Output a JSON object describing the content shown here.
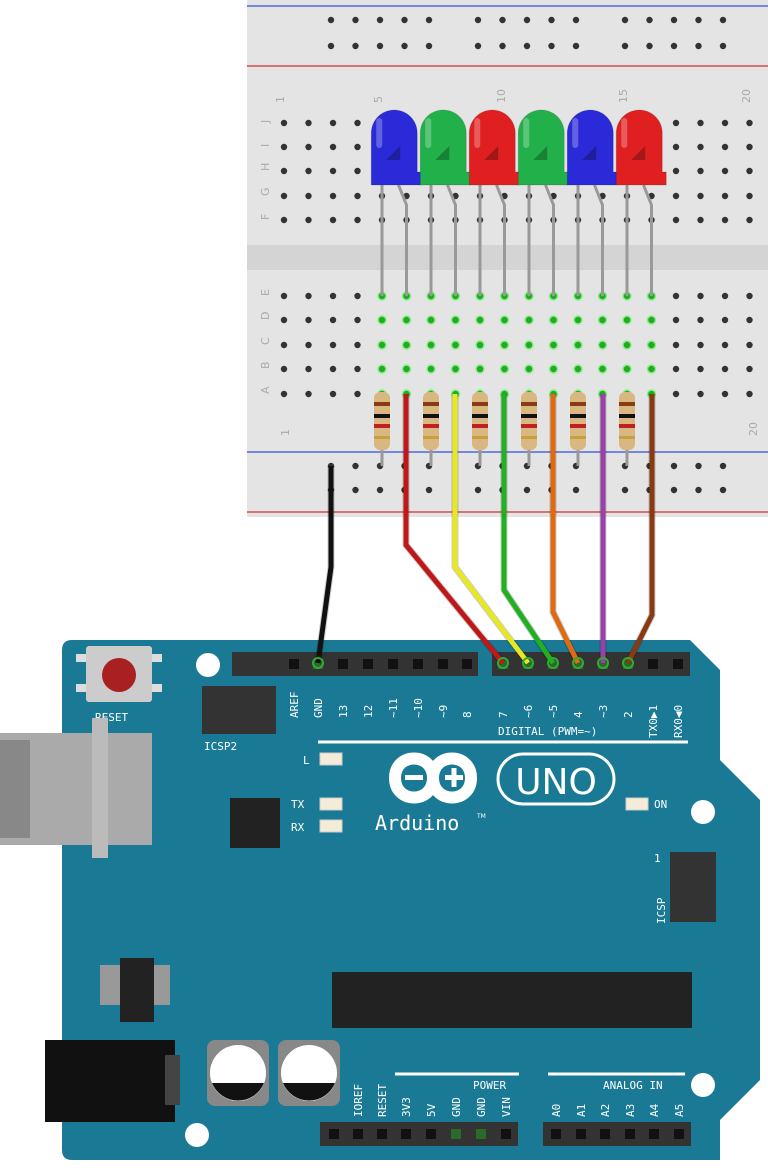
{
  "breadboard": {
    "column_numbers": [
      "1",
      "5",
      "10",
      "15",
      "20"
    ],
    "row_letters_top": [
      "J",
      "I",
      "H",
      "G",
      "F"
    ],
    "row_letters_bottom": [
      "E",
      "D",
      "C",
      "B",
      "A"
    ]
  },
  "leds": [
    {
      "color": "#2a2ad8",
      "name": "blue"
    },
    {
      "color": "#22b04a",
      "name": "green"
    },
    {
      "color": "#e02020",
      "name": "red"
    },
    {
      "color": "#22b04a",
      "name": "green"
    },
    {
      "color": "#2a2ad8",
      "name": "blue"
    },
    {
      "color": "#e02020",
      "name": "red"
    }
  ],
  "wires": [
    {
      "color": "#c01818",
      "pin": "7"
    },
    {
      "color": "#e8e820",
      "pin": "~6"
    },
    {
      "color": "#20b020",
      "pin": "~5"
    },
    {
      "color": "#e06a10",
      "pin": "4"
    },
    {
      "color": "#9a40a8",
      "pin": "~3"
    },
    {
      "color": "#8a3a10",
      "pin": "2"
    },
    {
      "color": "#111111",
      "pin": "GND"
    }
  ],
  "arduino": {
    "reset_label": "RESET",
    "icsp2_label": "ICSP2",
    "icsp_label": "ICSP",
    "icsp_pin1": "1",
    "digital_label": "DIGITAL (PWM=~)",
    "digital_pins_left": [
      "AREF",
      "GND",
      "13",
      "12",
      "~11",
      "~10",
      "~9",
      "8"
    ],
    "digital_pins_right": [
      "7",
      "~6",
      "~5",
      "4",
      "~3",
      "2",
      "TX0▶1",
      "RX0◀0"
    ],
    "led_l": "L",
    "led_tx": "TX",
    "led_rx": "RX",
    "led_on": "ON",
    "brand": "Arduino",
    "tm": "TM",
    "model": "UNO",
    "power_label": "POWER",
    "power_pins": [
      "IOREF",
      "RESET",
      "3V3",
      "5V",
      "GND",
      "GND",
      "VIN"
    ],
    "analog_label": "ANALOG IN",
    "analog_pins": [
      "A0",
      "A1",
      "A2",
      "A3",
      "A4",
      "A5"
    ],
    "board_color": "#1a7a96"
  }
}
